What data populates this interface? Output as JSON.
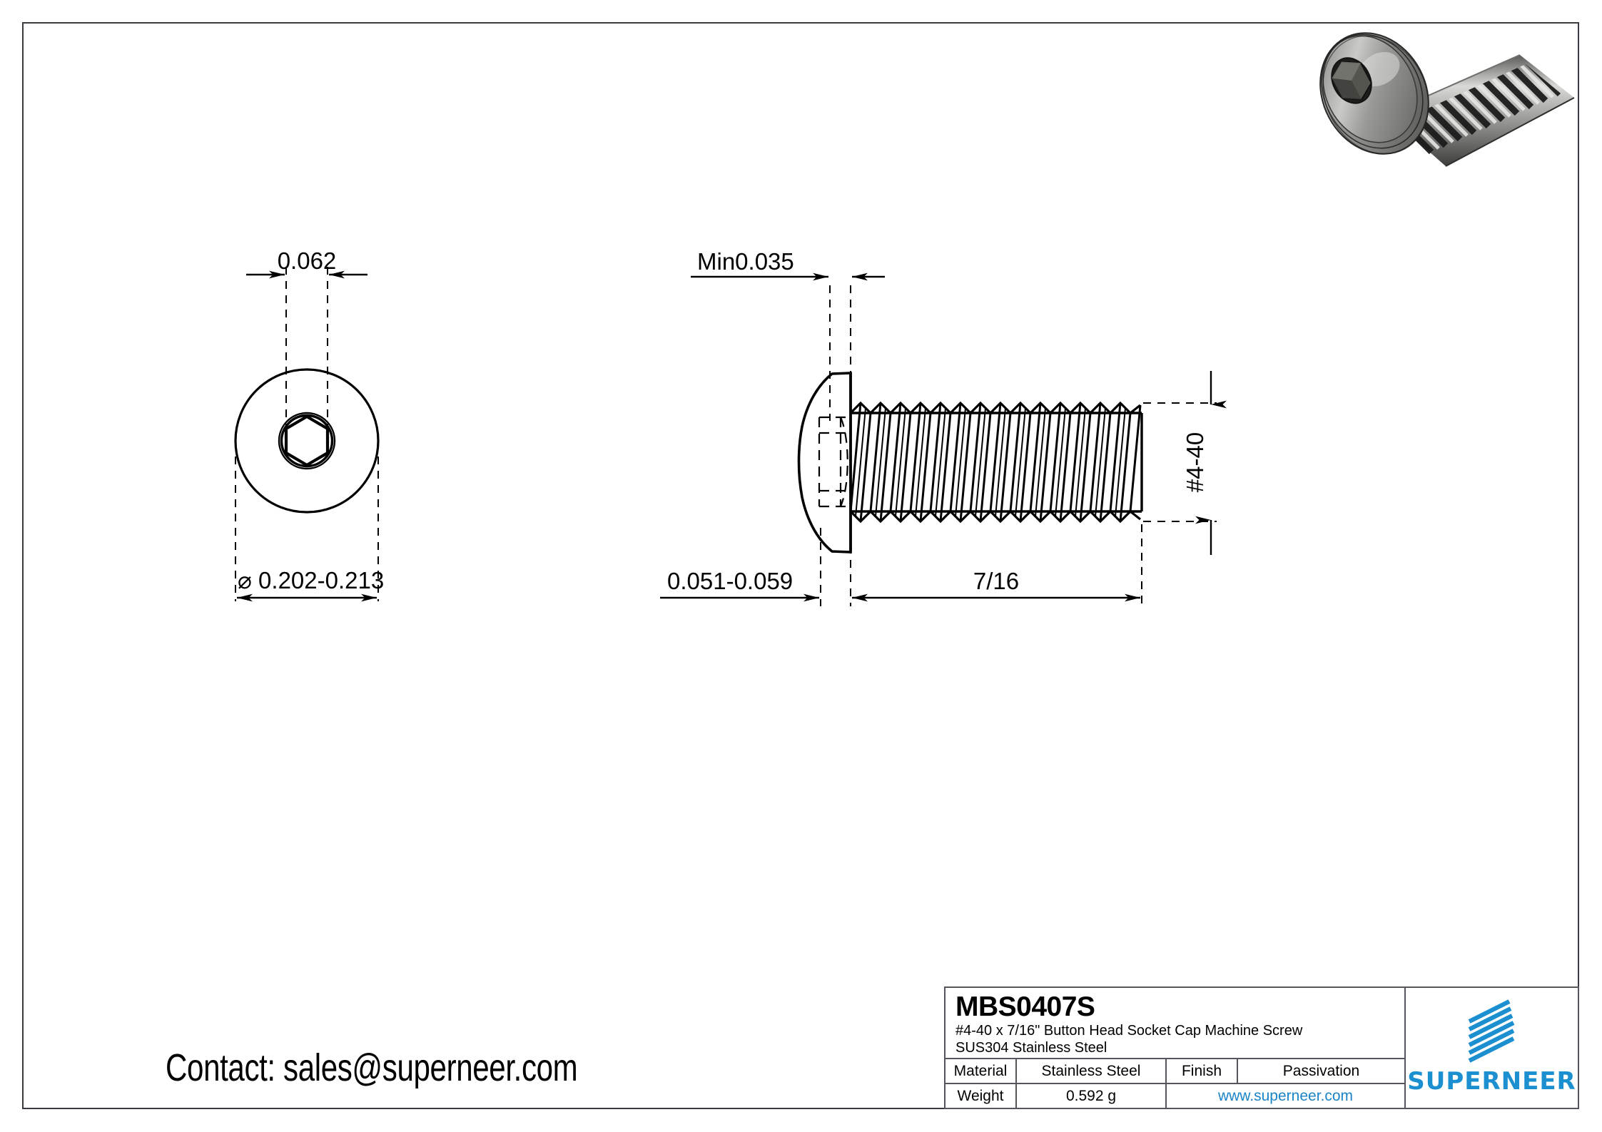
{
  "sheet": {
    "contact_text": "Contact: sales@superneer.com",
    "border_color": "#3a3a42"
  },
  "drawing": {
    "type": "engineering-drawing",
    "views": [
      {
        "name": "front-view",
        "description": "Head-on view of button head socket cap screw showing circular head and hexagonal socket"
      },
      {
        "name": "side-view",
        "description": "Side profile of button head socket cap screw showing domed head and threaded shank"
      }
    ],
    "dimensions": {
      "socket_width": "0.062",
      "head_diameter": "0.202-0.213",
      "head_diameter_symbol": "⌀",
      "socket_depth": "Min0.035",
      "head_height": "0.051-0.059",
      "thread_length": "7/16",
      "thread_spec": "#4-40"
    }
  },
  "render": {
    "name": "screw-3d-render",
    "alt": "Isometric 3D render of stainless steel button head socket cap screw"
  },
  "title_block": {
    "part_number": "MBS0407S",
    "description_line1": "#4-40 x 7/16\"   Button Head Socket Cap Machine Screw",
    "description_line2": "SUS304 Stainless Steel",
    "rows": [
      {
        "label": "Material",
        "value": "Stainless Steel",
        "label2": "Finish",
        "value2": "Passivation"
      },
      {
        "label": "Weight",
        "value": "0.592 g",
        "link": "www.superneer.com"
      }
    ],
    "logo": {
      "wordmark": "SUPERNEER",
      "color": "#1b8fd0"
    }
  }
}
